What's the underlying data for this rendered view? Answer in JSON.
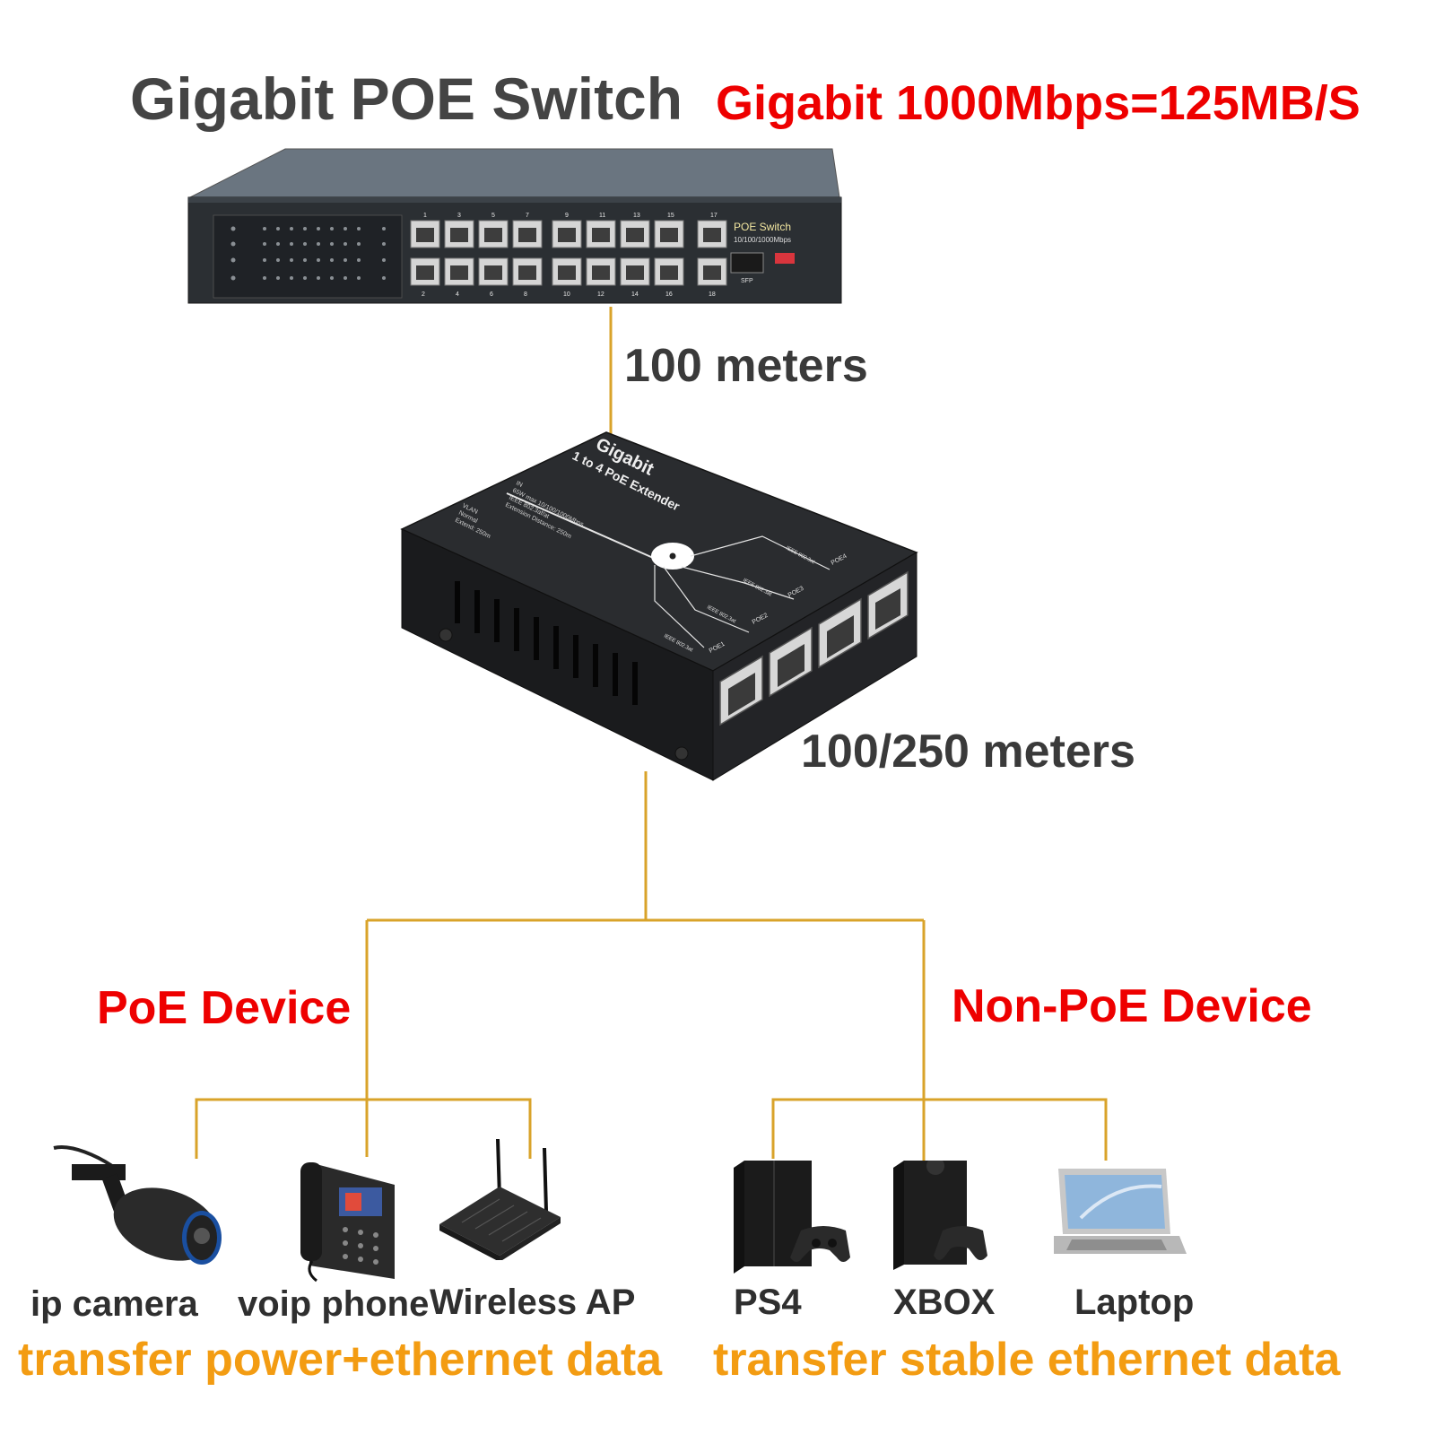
{
  "switch": {
    "title": "Gigabit POE Switch",
    "speed_note": "Gigabit 1000Mbps=125MB/S",
    "panel_label": "POE Switch",
    "panel_sub": "10/100/1000Mbps",
    "sfp_label": "SFP",
    "top_port_numbers": [
      "1",
      "3",
      "5",
      "7",
      "9",
      "11",
      "13",
      "15",
      "17"
    ],
    "bottom_port_numbers": [
      "2",
      "4",
      "6",
      "8",
      "10",
      "12",
      "14",
      "16",
      "18"
    ]
  },
  "link_switch_to_extender": {
    "label": "100 meters"
  },
  "extender": {
    "brand": "Gigabit",
    "model": "1 to 4 PoE Extender",
    "spec_lines": [
      "IN",
      "65W max 10/100/1000Mbps",
      "IEEE 802.3af/at",
      "Extension Distance: 250m"
    ],
    "mode_lines": [
      "VLAN",
      "Normal",
      "Extend: 250m"
    ],
    "port_labels": [
      "POE1",
      "POE2",
      "POE3",
      "POE4"
    ],
    "port_std": "IEEE 802.3at"
  },
  "link_extender_to_devices": {
    "label": "100/250 meters"
  },
  "groups": {
    "poe": {
      "title": "PoE Device",
      "devices": [
        "ip camera",
        "voip phone",
        "Wireless AP"
      ],
      "description": "transfer power+ethernet data"
    },
    "non_poe": {
      "title": "Non-PoE Device",
      "devices": [
        "PS4",
        "XBOX",
        "Laptop"
      ],
      "description": "transfer stable ethernet data"
    }
  },
  "colors": {
    "line": "#d9a32a",
    "red": "#ee0000",
    "orange": "#f39c12",
    "gray_text": "#444444"
  }
}
